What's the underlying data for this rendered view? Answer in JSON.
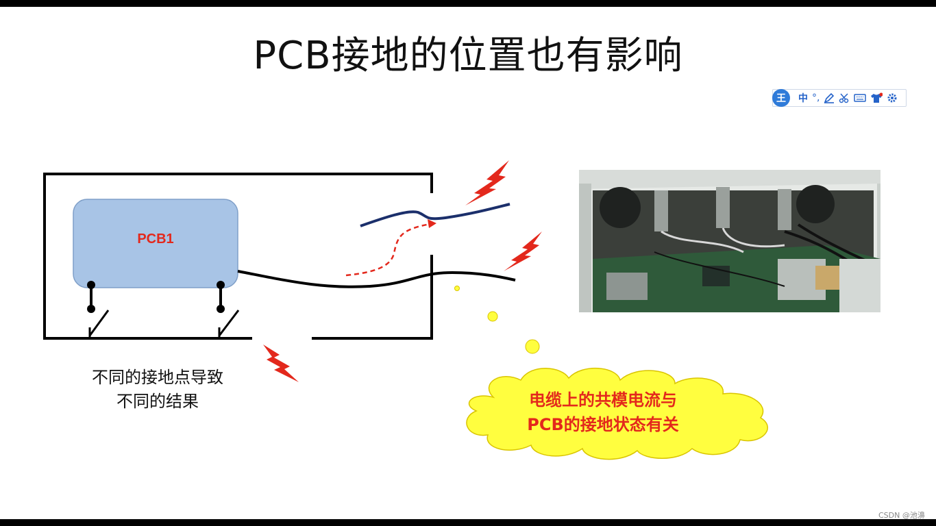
{
  "title": "PCB接地的位置也有影响",
  "pcb_label": "PCB1",
  "caption": {
    "line1": "不同的接地点导致",
    "line2": "不同的结果"
  },
  "cloud": {
    "line1": "电缆上的共模电流与",
    "line2": "PCB的接地状态有关"
  },
  "ime_toolbar": {
    "logo": "王",
    "mode": "中",
    "punct": "°,",
    "icons": [
      "pen-icon",
      "scissors-icon",
      "keyboard-icon",
      "shirt-icon",
      "gear-icon"
    ]
  },
  "watermark": "CSDN @池濞",
  "colors": {
    "pcb_fill": "#a8c4e6",
    "lightning": "#e3281c",
    "cable_blue": "#1b2f6b",
    "bubble_fill": "#fffe3f",
    "bubble_stroke": "#d9c400"
  }
}
